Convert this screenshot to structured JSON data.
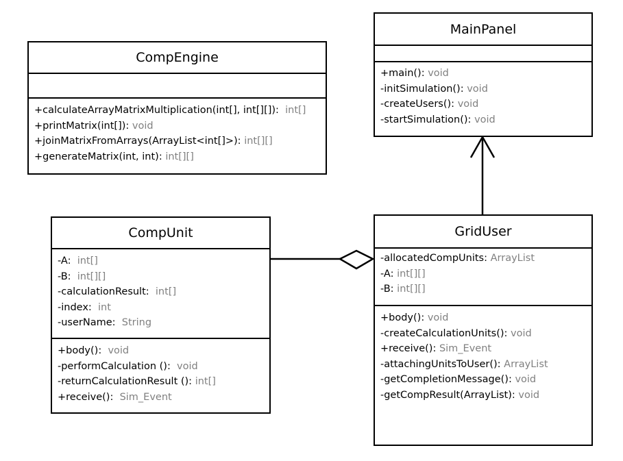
{
  "colors": {
    "stroke": "#000000",
    "type_text": "#808080"
  },
  "classes": {
    "comp_engine": {
      "name": "CompEngine",
      "attributes": [],
      "methods": [
        {
          "sig": "+calculateArrayMatrixMultiplication(int[], int[][]):",
          "type": "int[]"
        },
        {
          "sig": "+printMatrix(int[]):",
          "type": "void"
        },
        {
          "sig": "+joinMatrixFromArrays(ArrayList<int[]>):",
          "type": "int[][]"
        },
        {
          "sig": "+generateMatrix(int, int):",
          "type": "int[][]"
        }
      ]
    },
    "main_panel": {
      "name": "MainPanel",
      "attributes": [],
      "methods": [
        {
          "sig": "+main():",
          "type": "void"
        },
        {
          "sig": "-initSimulation():",
          "type": "void"
        },
        {
          "sig": "-createUsers():",
          "type": "void"
        },
        {
          "sig": "-startSimulation():",
          "type": "void"
        }
      ]
    },
    "comp_unit": {
      "name": "CompUnit",
      "attributes": [
        {
          "sig": "-A:",
          "type": "int[]"
        },
        {
          "sig": "-B:",
          "type": "int[][]"
        },
        {
          "sig": "-calculationResult:",
          "type": "int[]"
        },
        {
          "sig": "-index:",
          "type": "int"
        },
        {
          "sig": "-userName:",
          "type": "String"
        }
      ],
      "methods": [
        {
          "sig": "+body():",
          "type": "void"
        },
        {
          "sig": "-performCalculation ():",
          "type": "void"
        },
        {
          "sig": "-returnCalculationResult ():",
          "type": "int[]"
        },
        {
          "sig": "+receive():",
          "type": "Sim_Event"
        }
      ]
    },
    "grid_user": {
      "name": "GridUser",
      "attributes": [
        {
          "sig": "-allocatedCompUnits:",
          "type": "ArrayList"
        },
        {
          "sig": "-A:",
          "type": "int[][]"
        },
        {
          "sig": "-B:",
          "type": "int[][]"
        }
      ],
      "methods": [
        {
          "sig": "+body():",
          "type": "void"
        },
        {
          "sig": "-createCalculationUnits():",
          "type": "void"
        },
        {
          "sig": "+receive():",
          "type": "Sim_Event"
        },
        {
          "sig": "-attachingUnitsToUser():",
          "type": "ArrayList"
        },
        {
          "sig": "-getCompletionMessage():",
          "type": "void"
        },
        {
          "sig": "-getCompResult(ArrayList):",
          "type": "void"
        }
      ]
    }
  }
}
